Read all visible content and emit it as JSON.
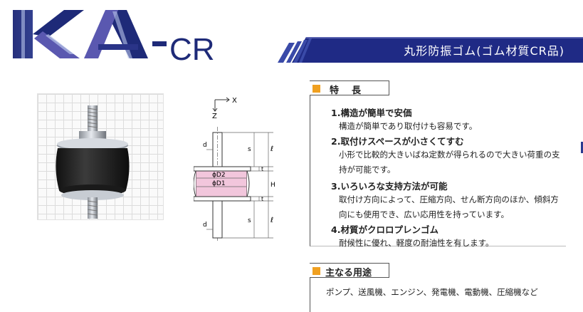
{
  "logo": {
    "letters": [
      "K",
      "A"
    ],
    "dash": "-",
    "suffix": "CR",
    "colors": {
      "navy": "#1e2a78",
      "violet": "#5a58b0",
      "light": "#b8c4ea"
    }
  },
  "banner": {
    "title": "丸形防振ゴム(ゴム材質CR品)",
    "color": "#1f2a85",
    "stripe_color": "#3a4aa8"
  },
  "photo": {
    "subject": "product-photo"
  },
  "drawing": {
    "labels": {
      "x_axis": "X",
      "z_axis": "Z",
      "d_top": "d",
      "s_top": "s",
      "l_top": "ℓ",
      "t_top": "t",
      "d2": "ϕD2",
      "d1": "ϕD1",
      "h": "H",
      "t_bottom": "t",
      "d_bottom": "d",
      "s_bottom": "s",
      "l_bottom": "ℓ"
    },
    "colors": {
      "rubber": "#f2c6dc",
      "line": "#333333",
      "dim": "#666666"
    }
  },
  "features": {
    "title": "特長",
    "accent": "#f0a020",
    "items": [
      {
        "heading": "1.構造が簡単で安価",
        "text": "構造が簡単であり取付けも容易です。"
      },
      {
        "heading": "2.取付けスペースが小さくてすむ",
        "text": "小形で比較的大きいばね定数が得られるので大きい荷重の支持が可能です。"
      },
      {
        "heading": "3.いろいろな支持方法が可能",
        "text": "取付け方向によって、圧縮方向、せん断方向のほか、傾斜方向にも使用でき、広い応用性を持っています。"
      },
      {
        "heading": "4.材質がクロロプレンゴム",
        "text": "耐候性に優れ、軽度の耐油性を有します。"
      }
    ]
  },
  "uses": {
    "title": "主なる用途",
    "text": "ポンプ、送風機、エンジン、発電機、電動機、圧縮機など"
  }
}
